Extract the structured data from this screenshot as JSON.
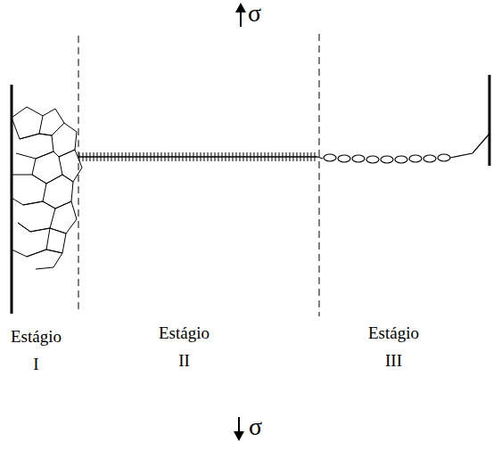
{
  "diagram": {
    "labels": [
      "σ",
      "Estágio I",
      "Estágio II",
      "Estágio III",
      "σ"
    ]
  }
}
